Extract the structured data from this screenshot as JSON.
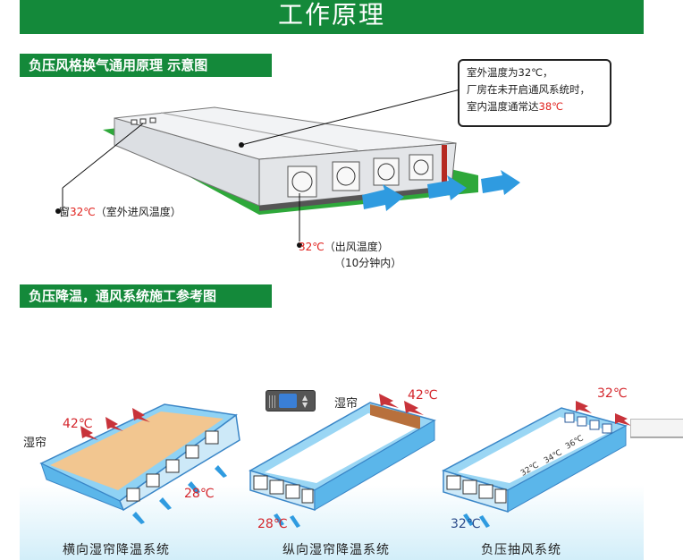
{
  "banner_title": "工作原理",
  "section1_label": "负压风格换气通用原理 示意图",
  "section2_label": "负压降温，通风系统施工参考图",
  "callout": {
    "line1": "室外温度为32℃，",
    "line2": "厂房在未开启通风系统时，",
    "line3_prefix": "室内温度通常达",
    "line3_temp": "38℃"
  },
  "inlet_label": {
    "prefix": "窗",
    "temp": "32℃",
    "suffix": "（室外进风温度）"
  },
  "outlet_label": {
    "temp": "32℃",
    "suffix": "（出风温度）",
    "line2": "（10分钟内）"
  },
  "diagrams": [
    {
      "caption": "横向湿帘降温系统",
      "pad_label": "湿帘",
      "temp_in": "42℃",
      "temp_out": "28℃"
    },
    {
      "caption": "纵向湿帘降温系统",
      "pad_label": "湿帘",
      "temp_in": "42℃",
      "temp_out": "28℃"
    },
    {
      "caption": "负压抽风系统",
      "temp_in": "32℃",
      "temp_out": "32℃",
      "gradient": [
        "32℃",
        "34℃",
        "36℃"
      ]
    }
  ],
  "colors": {
    "brand_green": "#14893a",
    "hot_red": "#d4262c",
    "airflow_blue": "#2f9be0"
  }
}
